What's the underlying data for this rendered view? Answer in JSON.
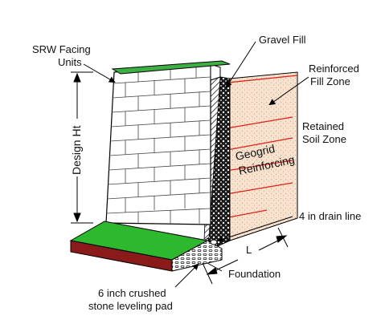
{
  "labels": {
    "srw_line1": "SRW Facing",
    "srw_line2": "Units",
    "gravel_fill": "Gravel Fill",
    "reinforced_line1": "Reinforced",
    "reinforced_line2": "Fill Zone",
    "retained_line1": "Retained",
    "retained_line2": "Soil Zone",
    "design_ht": "Design Ht",
    "geogrid_line1": "Geogrid",
    "geogrid_line2": "Reinforcing",
    "drain_line": "4 in drain line",
    "length": "L",
    "foundation": "Foundation",
    "pad_line1": "6 inch crushed",
    "pad_line2": "stone leveling pad"
  },
  "colors": {
    "cap": "#3cb043",
    "pad_top": "#2db82d",
    "pad_side": "#8b1a1a",
    "soil": "#f6e2cf",
    "geogrid": "#e0201a",
    "gravel": "#1a1a1a",
    "wall": "#ffffff",
    "outline": "#000000"
  }
}
